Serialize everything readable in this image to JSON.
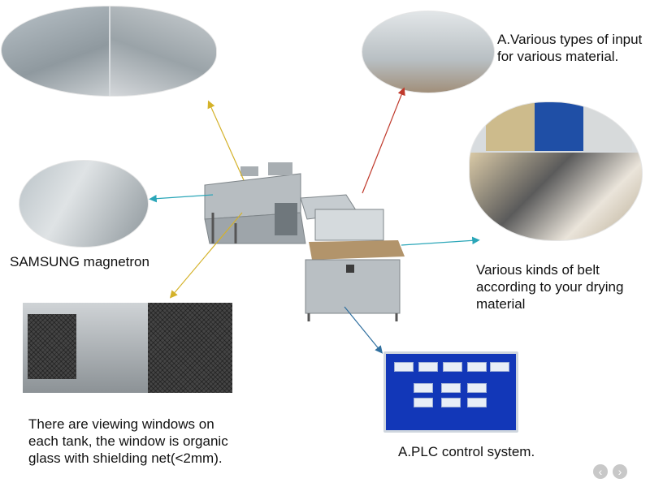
{
  "labels": {
    "input_title": "A.Various types of input for various material.",
    "magnetron": "SAMSUNG magnetron",
    "belt": "Various kinds of belt according to your drying material",
    "viewing_window": "There are viewing windows on each tank, the window is organic glass with shielding net(<2mm).",
    "plc": "A.PLC control system."
  },
  "plc_screen": {
    "buttons": [
      "",
      "",
      "",
      "",
      "",
      "",
      "",
      "",
      "",
      "",
      ""
    ],
    "footer": ""
  },
  "nav": {
    "prev_icon": "chevron-left-icon",
    "next_icon": "chevron-right-icon",
    "prev": "‹",
    "next": "›"
  },
  "colors": {
    "arrow_teal": "#2aa6b8",
    "arrow_red": "#c0392b",
    "arrow_yellow": "#d4b22a",
    "arrow_blue": "#2f6f9f",
    "plc_blue": "#1237b8"
  }
}
